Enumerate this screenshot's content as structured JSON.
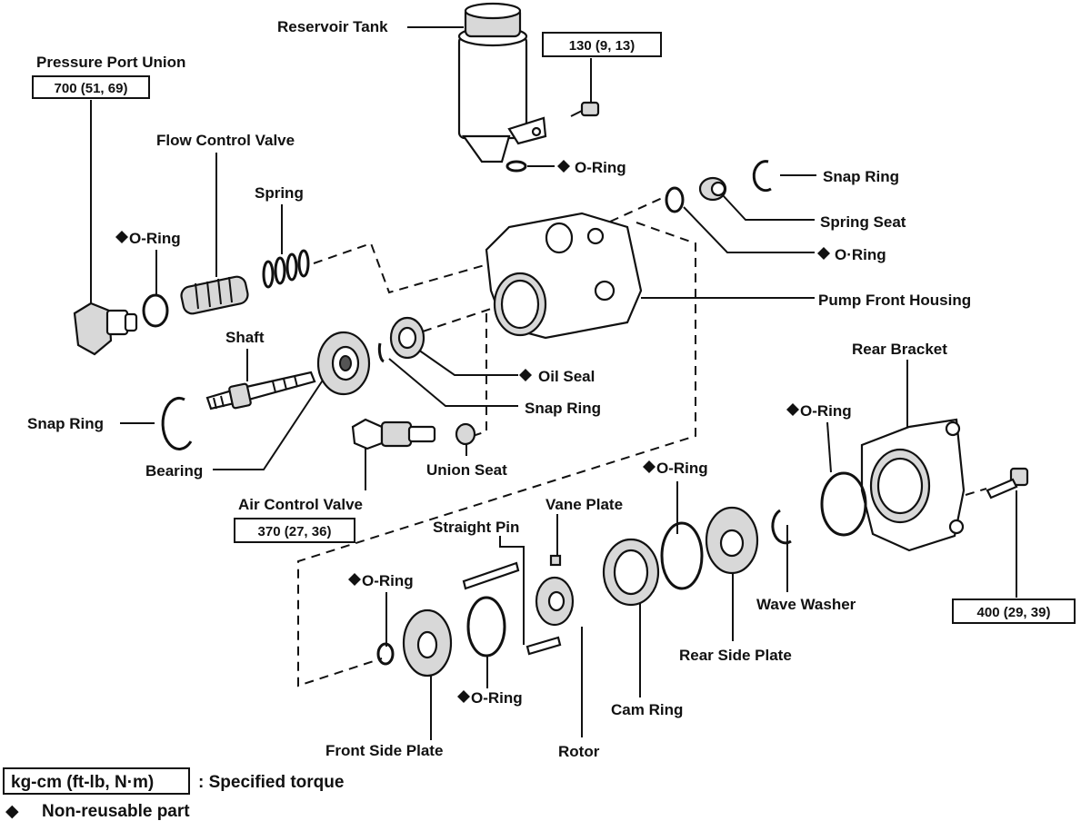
{
  "parts": {
    "reservoir_tank": "Reservoir Tank",
    "pressure_port_union": "Pressure Port Union",
    "flow_control_valve": "Flow Control Valve",
    "spring": "Spring",
    "o_ring": "O-Ring",
    "o_ring_alt": "O·Ring",
    "snap_ring": "Snap Ring",
    "spring_seat": "Spring Seat",
    "pump_front_housing": "Pump Front Housing",
    "shaft": "Shaft",
    "oil_seal": "Oil Seal",
    "bearing": "Bearing",
    "union_seat": "Union Seat",
    "air_control_valve": "Air Control Valve",
    "rear_bracket": "Rear Bracket",
    "vane_plate": "Vane Plate",
    "straight_pin": "Straight Pin",
    "wave_washer": "Wave Washer",
    "rear_side_plate": "Rear Side Plate",
    "cam_ring": "Cam Ring",
    "front_side_plate": "Front Side Plate",
    "rotor": "Rotor"
  },
  "torques": {
    "reservoir_bolt": "130 (9, 13)",
    "pressure_port_union": "700 (51, 69)",
    "air_control_valve": "370 (27, 36)",
    "rear_bracket_bolt": "400 (29, 39)"
  },
  "legend": {
    "torque_box": "kg-cm (ft-lb, N·m)",
    "torque_desc": ":  Specified torque",
    "diamond_symbol": "◆",
    "diamond_desc": "Non-reusable part"
  }
}
